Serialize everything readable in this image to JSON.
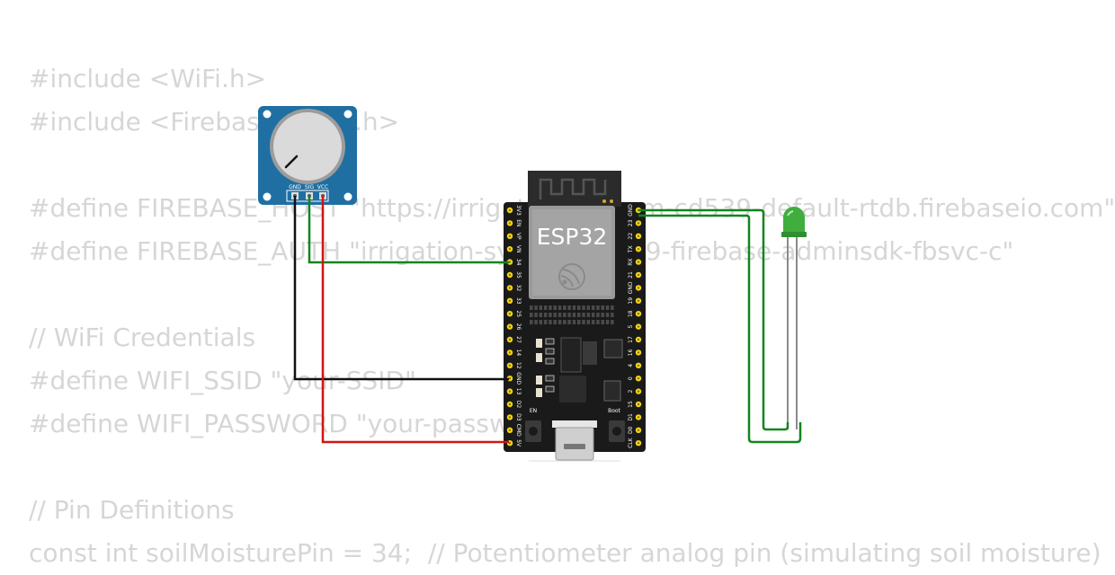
{
  "code_lines": [
    "#include <WiFi.h>",
    "#include <FirebaseESP32.h>",
    "",
    "#define FIREBASE_HOST \"https://irrigation-system-cd539-default-rtdb.firebaseio.com\"",
    "#define FIREBASE_AUTH \"irrigation-system-cd539-firebase-adminsdk-fbsvc-c\"",
    "",
    "// WiFi Credentials",
    "#define WIFI_SSID \"your-SSID\"",
    "#define WIFI_PASSWORD \"your-password\"",
    "",
    "// Pin Definitions",
    "const int soilMoisturePin = 34;  // Potentiometer analog pin (simulating soil moisture)"
  ],
  "board": {
    "label": "ESP32",
    "en_label": "EN",
    "boot_label": "Boot",
    "left_pins": [
      "3V3",
      "EN",
      "VP",
      "VN",
      "34",
      "35",
      "32",
      "33",
      "25",
      "26",
      "27",
      "14",
      "12",
      "GND",
      "13",
      "D2",
      "D3",
      "CMD",
      "5V"
    ],
    "right_pins": [
      "GND",
      "23",
      "22",
      "TX",
      "RX",
      "21",
      "GND",
      "19",
      "18",
      "5",
      "17",
      "16",
      "4",
      "0",
      "2",
      "15",
      "D1",
      "D0",
      "CLK"
    ]
  },
  "potentiometer": {
    "pins": [
      "GND",
      "SIG",
      "VCC"
    ]
  },
  "colors": {
    "board": "#1a1a1a",
    "pcb_blue": "#1f6fa3",
    "wire_green": "#12851c",
    "wire_black": "#111111",
    "wire_red": "#d21414",
    "led": "#3fae3f",
    "pin_yellow": "#f2d51a"
  }
}
